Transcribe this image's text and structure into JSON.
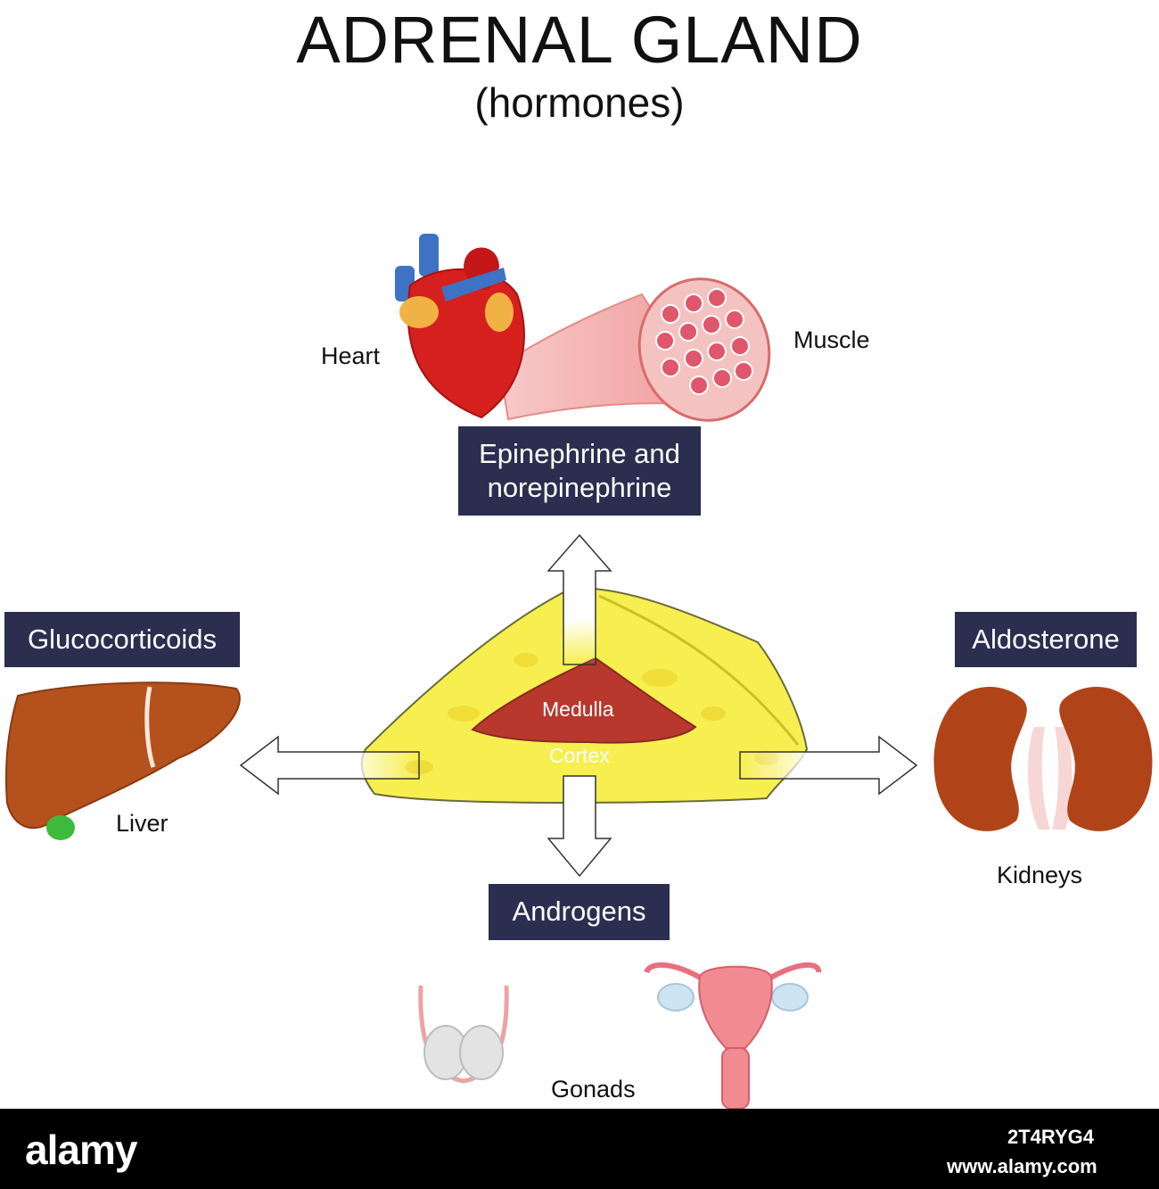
{
  "title": "ADRENAL GLAND",
  "subtitle": "(hormones)",
  "hormones": {
    "top": "Epinephrine and norepinephrine",
    "top_line1": "Epinephrine and",
    "top_line2": "norepinephrine",
    "left": "Glucocorticoids",
    "right": "Aldosterone",
    "bottom": "Androgens"
  },
  "organs": {
    "heart": "Heart",
    "muscle": "Muscle",
    "liver": "Liver",
    "kidneys": "Kidneys",
    "gonads": "Gonads"
  },
  "gland": {
    "medulla": "Medulla",
    "cortex": "Cortex"
  },
  "footer": {
    "logo": "alamy",
    "image_id": "2T4RYG4",
    "url": "www.alamy.com"
  },
  "colors": {
    "label_box": "#2b2e4f",
    "cortex": "#f7ef4f",
    "medulla": "#b8382e",
    "liver": "#b5511d",
    "kidney": "#b04418",
    "heart": "#d6201e",
    "muscle": "#f4b4b4"
  }
}
